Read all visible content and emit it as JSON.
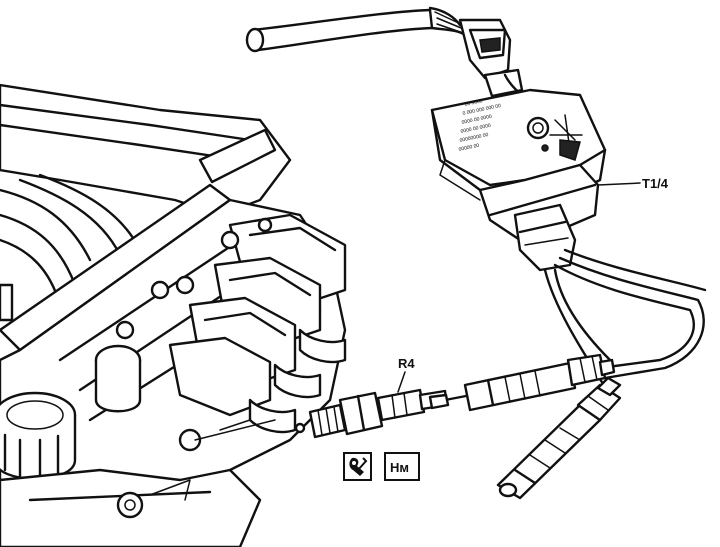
{
  "labels": {
    "sensor": "T1/4",
    "spark_plug": "R4"
  },
  "badges": {
    "torque_unit": "Нм"
  },
  "icons": {
    "tool": "wrench-symbol-icon"
  }
}
